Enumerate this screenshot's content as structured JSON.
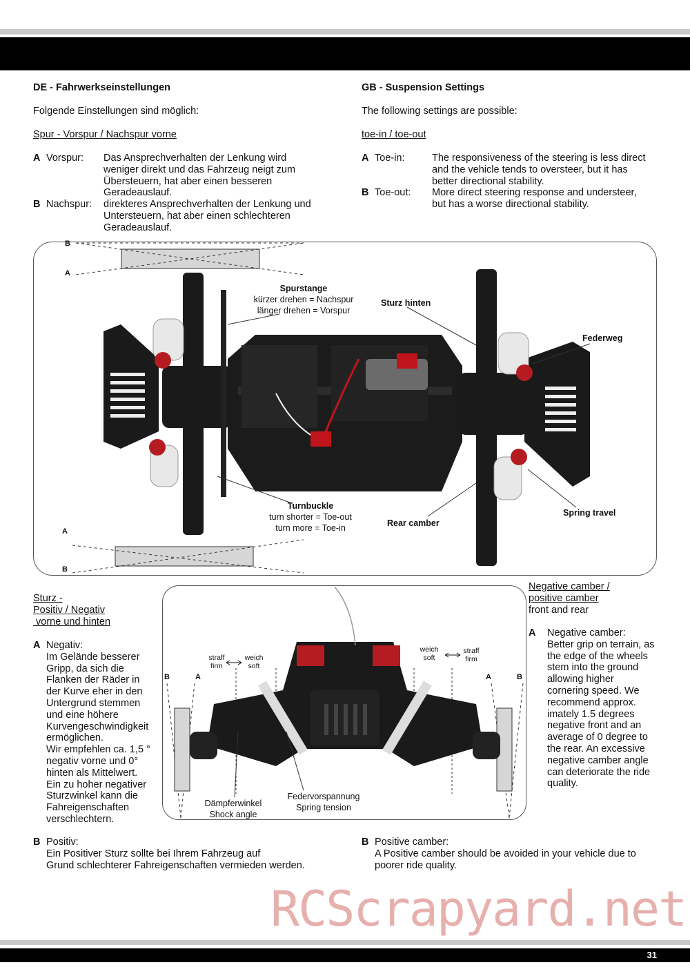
{
  "page": {
    "number": "31"
  },
  "de": {
    "heading": "DE - Fahrwerkseinstellungen",
    "intro": "Folgende Einstellungen sind möglich:",
    "toe_title": "Spur - Vorspur / Nachspur vorne",
    "toe_items": [
      {
        "key": "A",
        "label": "Vorspur:",
        "lines": [
          "Das Ansprechverhalten der Lenkung wird",
          "weniger direkt und das Fahrzeug neigt zum",
          "Übersteuern, hat aber einen besseren",
          "Geradeauslauf."
        ]
      },
      {
        "key": "B",
        "label": "Nachspur:",
        "lines": [
          "direkteres Ansprechverhalten der Lenkung und",
          "Untersteuern, hat aber einen schlechteren",
          "Geradeauslauf."
        ]
      }
    ],
    "camber_title_lines": [
      "Sturz -",
      "Positiv / Negativ",
      " vorne und hinten"
    ],
    "camber_a": {
      "key": "A",
      "lines": [
        "Negativ:",
        "Im Gelände besserer",
        "Gripp, da sich die",
        "Flanken der Räder in",
        "der Kurve eher in den",
        "Untergrund stemmen",
        "und eine höhere",
        "Kurvengeschwindigkeit",
        "ermöglichen.",
        "Wir empfehlen ca. 1,5 °",
        "negativ vorne und 0°",
        "hinten als Mittelwert.",
        "Ein zu hoher negativer",
        "Sturzwinkel kann die",
        "Fahreigenschaften",
        "verschlechtern."
      ]
    },
    "camber_b": {
      "key": "B",
      "lines": [
        "Positiv:",
        "Ein Positiver Sturz sollte bei Ihrem Fahrzeug auf",
        "Grund schlechterer Fahreigenschaften vermieden werden."
      ]
    }
  },
  "gb": {
    "heading": "GB - Suspension Settings",
    "intro": "The following settings are possible:",
    "toe_title": "toe-in / toe-out",
    "toe_items": [
      {
        "key": "A",
        "label": "Toe-in:",
        "lines": [
          "The responsiveness of the steering is less direct",
          "and the vehicle tends to oversteer, but it has",
          "better directional stability."
        ]
      },
      {
        "key": "B",
        "label": "Toe-out:",
        "lines": [
          "More direct steering response and understeer,",
          "but has a worse directional stability."
        ]
      }
    ],
    "camber_title_lines": [
      "Negative camber /",
      "positive camber"
    ],
    "camber_subtitle": "front and rear",
    "camber_a": {
      "key": "A",
      "lines": [
        "Negative camber:",
        "Better grip on terrain, as",
        "the edge of the wheels",
        "stem into the ground",
        "allowing higher",
        "cornering speed. We",
        "recommend approx.",
        "imately 1.5 degrees",
        "negative front and an",
        "average of 0 degree to",
        "the rear. An excessive",
        "negative camber angle",
        "can deteriorate the ride",
        "quality."
      ]
    },
    "camber_b": {
      "key": "B",
      "lines": [
        "Positive camber:",
        "A Positive camber should be avoided in your vehicle due to",
        "poorer ride quality."
      ]
    }
  },
  "diagram1": {
    "spurstange": {
      "title": "Spurstange",
      "lines": [
        "kürzer drehen = Nachspur",
        "länger drehen = Vorspur"
      ]
    },
    "sturz_hinten": "Sturz hinten",
    "federweg": "Federweg",
    "turnbuckle": {
      "title": "Turnbuckle",
      "lines": [
        "turn shorter = Toe-out",
        "turn more = Toe-in"
      ]
    },
    "rear_camber": "Rear camber",
    "spring_travel": "Spring travel",
    "marker_a": "A",
    "marker_b": "B"
  },
  "diagram2": {
    "left_hard": [
      "straff",
      "firm"
    ],
    "left_soft": [
      "weich",
      "soft"
    ],
    "right_soft": [
      "weich",
      "soft"
    ],
    "right_hard": [
      "straff",
      "firm"
    ],
    "shock": [
      "Dämpferwinkel",
      "Shock angle"
    ],
    "spring": [
      "Federvorspannung",
      "Spring tension"
    ],
    "marker_a": "A",
    "marker_b": "B"
  },
  "watermark": "RCScrapyard.net",
  "colors": {
    "bar": "#000000",
    "rule": "#c9c9cb",
    "accent_red": "#c0141c",
    "watermark": "#e6b0ad"
  }
}
